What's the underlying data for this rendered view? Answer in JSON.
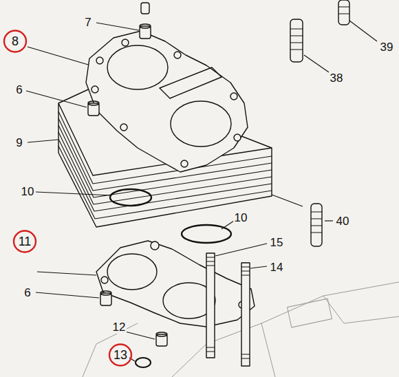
{
  "diagram": {
    "nodes": [
      {
        "text": [
          "8"
        ]
      },
      {
        "text": [
          "11"
        ]
      },
      {
        "text": [
          "13"
        ]
      }
    ],
    "labels": [
      "7",
      "39",
      "38",
      "6",
      "9",
      "10",
      "10",
      "40",
      "15",
      "14",
      "6",
      "12"
    ]
  }
}
